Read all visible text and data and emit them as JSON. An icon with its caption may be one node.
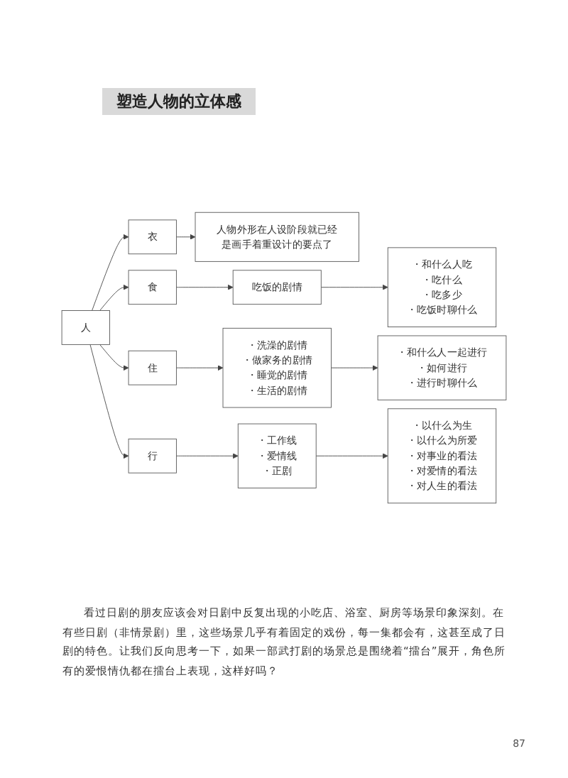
{
  "diagram": {
    "title": "塑造人物的立体感",
    "nodes": [
      {
        "text": [
          "人"
        ]
      },
      {
        "text": [
          "衣"
        ]
      },
      {
        "text": [
          "人物外形在人设阶段就已经是画手着重设计的要点了"
        ]
      },
      {
        "text": [
          "食"
        ]
      },
      {
        "text": [
          "吃饭的剧情"
        ]
      },
      {
        "text": [
          "・和什么人吃",
          "・吃什么",
          "・吃多少",
          "・吃饭时聊什么"
        ]
      },
      {
        "text": [
          "住"
        ]
      },
      {
        "text": [
          "・洗澡的剧情",
          "・做家务的剧情",
          "・睡觉的剧情",
          "・生活的剧情"
        ]
      },
      {
        "text": [
          "・和什么人一起进行",
          "・如何进行",
          "・进行时聊什么"
        ]
      },
      {
        "text": [
          "行"
        ]
      },
      {
        "text": [
          "・工作线",
          "・爱情线",
          "・正剧"
        ]
      },
      {
        "text": [
          "・以什么为生",
          "・以什么为所爱",
          "・对事业的看法",
          "・对爱情的看法",
          "・对人生的看法"
        ]
      }
    ],
    "edges": [
      {
        "from": 0,
        "to": 1,
        "arrow": "to"
      },
      {
        "from": 0,
        "to": 3,
        "arrow": "to"
      },
      {
        "from": 0,
        "to": 6,
        "arrow": "to"
      },
      {
        "from": 0,
        "to": 9,
        "arrow": "to"
      },
      {
        "from": 1,
        "to": 2,
        "arrow": "to"
      },
      {
        "from": 3,
        "to": 4,
        "arrow": "to"
      },
      {
        "from": 4,
        "to": 5,
        "arrow": "to"
      },
      {
        "from": 6,
        "to": 7,
        "arrow": "to"
      },
      {
        "from": 7,
        "to": 8,
        "arrow": "to"
      },
      {
        "from": 9,
        "to": 10,
        "arrow": "to"
      },
      {
        "from": 10,
        "to": 11,
        "arrow": "to"
      }
    ],
    "labels": [
      "看过日剧的朋友应该会对日剧中反复出现的小吃店、浴室、厨房等场景印象深刻。在有些日剧（非情景剧）里，这些场景几乎有着固定的戏份，每一集都会有，这甚至成了日剧的特色。让我们反向思考一下，如果一部武打剧的场景总是围绕着“擂台”展开，角色所有的爱恨情仇都在擂台上表现，这样好吗？",
      "87"
    ]
  }
}
